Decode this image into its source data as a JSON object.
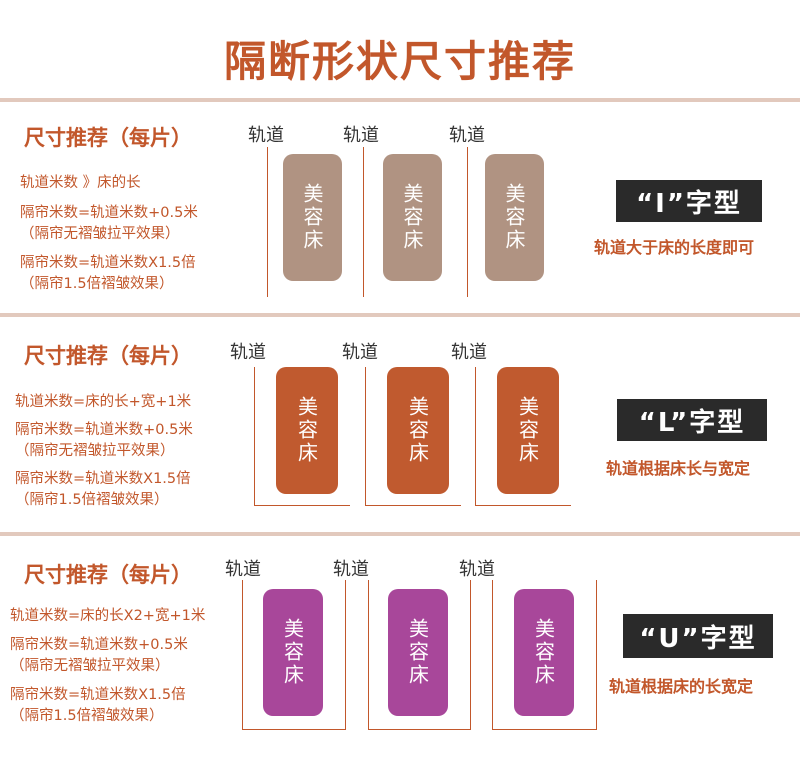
{
  "title": "隔断形状尺寸推荐",
  "colors": {
    "accent": "#c2572b",
    "bed_i": "#b09382",
    "bed_l": "#c05a2f",
    "bed_u": "#a8479a",
    "badge_bg": "#2a2a2a"
  },
  "sections": [
    {
      "subtitle": "尺寸推荐（每片）",
      "formulas": [
        "轨道米数 》床的长",
        "隔帘米数=轨道米数+0.5米",
        "（隔帘无褶皱拉平效果）",
        "隔帘米数=轨道米数X1.5倍",
        "（隔帘1.5倍褶皱效果）"
      ],
      "track_labels": [
        "轨道",
        "轨道",
        "轨道"
      ],
      "beds": [
        "美容床",
        "美容床",
        "美容床"
      ],
      "shape_label": "“I”字型",
      "caption": "轨道大于床的长度即可"
    },
    {
      "subtitle": "尺寸推荐（每片）",
      "formulas": [
        "轨道米数=床的长+宽+1米",
        "隔帘米数=轨道米数+0.5米",
        "（隔帘无褶皱拉平效果）",
        "隔帘米数=轨道米数X1.5倍",
        "（隔帘1.5倍褶皱效果）"
      ],
      "track_labels": [
        "轨道",
        "轨道",
        "轨道"
      ],
      "beds": [
        "美容床",
        "美容床",
        "美容床"
      ],
      "shape_label": "“L”字型",
      "caption": "轨道根据床长与宽定"
    },
    {
      "subtitle": "尺寸推荐（每片）",
      "formulas": [
        "轨道米数=床的长X2+宽+1米",
        "隔帘米数=轨道米数+0.5米",
        "（隔帘无褶皱拉平效果）",
        "隔帘米数=轨道米数X1.5倍",
        "（隔帘1.5倍褶皱效果）"
      ],
      "track_labels": [
        "轨道",
        "轨道",
        "轨道"
      ],
      "beds": [
        "美容床",
        "美容床",
        "美容床"
      ],
      "shape_label": "“U”字型",
      "caption": "轨道根据床的长宽定"
    }
  ]
}
